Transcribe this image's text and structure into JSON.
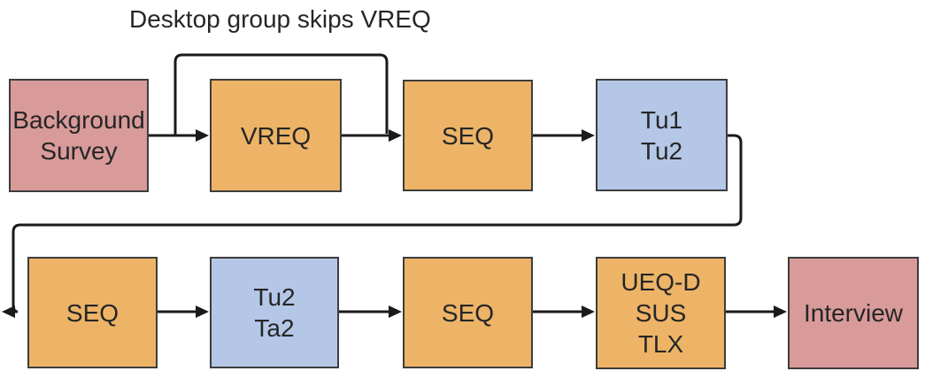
{
  "diagram": {
    "annotation": "Desktop group skips VREQ",
    "nodes": [
      {
        "id": "background-survey",
        "label": "Background\nSurvey",
        "color": "#D99A9A"
      },
      {
        "id": "vreq",
        "label": "VREQ",
        "color": "#EDB467"
      },
      {
        "id": "seq-1",
        "label": "SEQ",
        "color": "#EDB467"
      },
      {
        "id": "tu1-tu2",
        "label": "Tu1\nTu2",
        "color": "#B4C7E7"
      },
      {
        "id": "seq-2",
        "label": "SEQ",
        "color": "#EDB467"
      },
      {
        "id": "tu2-ta2",
        "label": "Tu2\nTa2",
        "color": "#B4C7E7"
      },
      {
        "id": "seq-3",
        "label": "SEQ",
        "color": "#EDB467"
      },
      {
        "id": "ueq-sus-tlx",
        "label": "UEQ-D\nSUS\nTLX",
        "color": "#EDB467"
      },
      {
        "id": "interview",
        "label": "Interview",
        "color": "#D99A9A"
      }
    ],
    "edges": [
      {
        "from": "Background Survey",
        "to": "VREQ"
      },
      {
        "from": "Background Survey",
        "to": "SEQ (row 1)",
        "note": "Desktop group skips VREQ"
      },
      {
        "from": "VREQ",
        "to": "SEQ (row 1)"
      },
      {
        "from": "SEQ (row 1)",
        "to": "Tu1 Tu2"
      },
      {
        "from": "Tu1 Tu2",
        "to": "SEQ (row 2)"
      },
      {
        "from": "SEQ (row 2)",
        "to": "Tu2 Ta2"
      },
      {
        "from": "Tu2 Ta2",
        "to": "SEQ (row 2, second)"
      },
      {
        "from": "SEQ (row 2, second)",
        "to": "UEQ-D SUS TLX"
      },
      {
        "from": "UEQ-D SUS TLX",
        "to": "Interview"
      }
    ],
    "colors": {
      "node_pink": "#D99A9A",
      "node_orange": "#EDB467",
      "node_blue": "#B4C7E7",
      "node_border": "#3D3D3D",
      "connector": "#1A1A1A",
      "label_text": "#262626",
      "background": "#FFFFFF"
    }
  }
}
